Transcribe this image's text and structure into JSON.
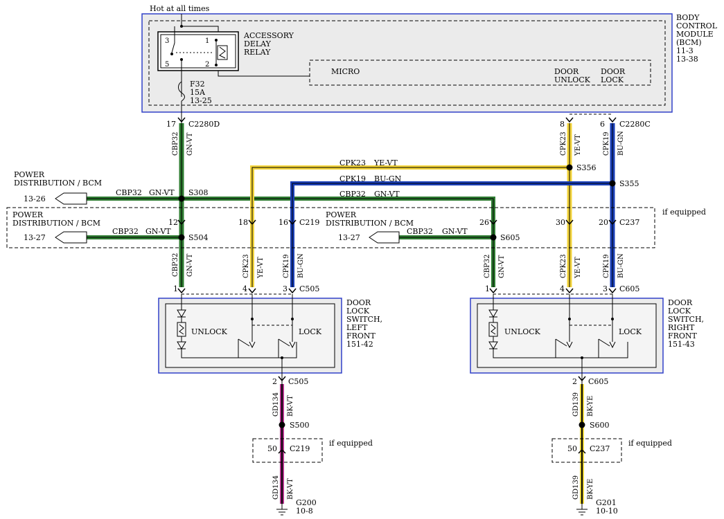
{
  "hot_at_all_times": "Hot at all times",
  "bcm": {
    "title": [
      "BODY",
      "CONTROL",
      "MODULE",
      "(BCM)",
      "11-3",
      "13-38"
    ],
    "relay_name": [
      "ACCESSORY",
      "DELAY",
      "RELAY"
    ],
    "relay_pins": [
      "3",
      "1",
      "5",
      "2"
    ],
    "micro": "MICRO",
    "door_unlock": [
      "DOOR",
      "UNLOCK"
    ],
    "door_lock": [
      "DOOR",
      "LOCK"
    ],
    "fuse": [
      "F32",
      "15A",
      "13-25"
    ]
  },
  "connectors": {
    "c2280d": "C2280D",
    "c2280d_pin": "17",
    "c2280c": "C2280C",
    "c2280c_pin_8": "8",
    "c2280c_pin_6": "6",
    "c219": "C219",
    "c237": "C237",
    "c505": "C505",
    "c605": "C605",
    "pin_12": "12",
    "pin_18": "18",
    "pin_16": "16",
    "pin_26": "26",
    "pin_30": "30",
    "pin_20": "20",
    "pin_1": "1",
    "pin_4": "4",
    "pin_3": "3",
    "pin_2": "2",
    "pin_50": "50"
  },
  "splices": {
    "s308": "S308",
    "s504": "S504",
    "s605": "S605",
    "s356": "S356",
    "s355": "S355",
    "s500": "S500",
    "s600": "S600"
  },
  "wires": {
    "cbp32": "CBP32",
    "gn_vt": "GN-VT",
    "cpk23": "CPK23",
    "ye_vt": "YE-VT",
    "cpk19": "CPK19",
    "bu_gn": "BU-GN",
    "gd134": "GD134",
    "bk_vt": "BK-VT",
    "gd139": "GD139",
    "bk_ye": "BK-YE"
  },
  "power_distribution": [
    "POWER",
    "DISTRIBUTION / BCM"
  ],
  "ref_13_26": "13-26",
  "ref_13_27": "13-27",
  "if_equipped": "if equipped",
  "switch_left": [
    "DOOR",
    "LOCK",
    "SWITCH,",
    "LEFT",
    "FRONT",
    "151-42"
  ],
  "switch_right": [
    "DOOR",
    "LOCK",
    "SWITCH,",
    "RIGHT",
    "FRONT",
    "151-43"
  ],
  "unlock": "UNLOCK",
  "lock": "LOCK",
  "ground_left": [
    "G200",
    "10-8"
  ],
  "ground_right": [
    "G201",
    "10-10"
  ],
  "colors": {
    "green": "#2f7d32",
    "yellow": "#f2d33a",
    "blue": "#1a3fb8",
    "magenta": "#b0308a",
    "black": "#000000",
    "frame": "#3040c8",
    "fill": "#eeeeee"
  }
}
